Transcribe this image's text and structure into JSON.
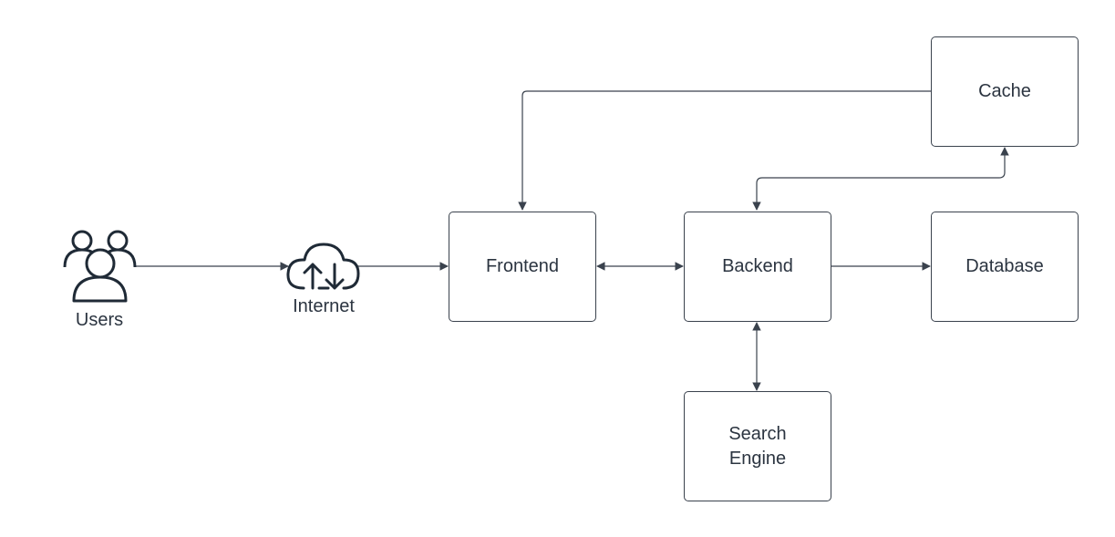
{
  "nodes": {
    "users": {
      "label": "Users",
      "icon": "users-icon"
    },
    "internet": {
      "label": "Internet",
      "icon": "cloud-upload-download-icon"
    },
    "frontend": {
      "label": "Frontend"
    },
    "backend": {
      "label": "Backend"
    },
    "database": {
      "label": "Database"
    },
    "cache": {
      "label": "Cache"
    },
    "search_engine": {
      "label": "Search\nEngine"
    }
  },
  "edges": [
    {
      "from": "users",
      "to": "internet",
      "direction": "forward"
    },
    {
      "from": "internet",
      "to": "frontend",
      "direction": "forward"
    },
    {
      "from": "frontend",
      "to": "backend",
      "direction": "both"
    },
    {
      "from": "backend",
      "to": "database",
      "direction": "forward"
    },
    {
      "from": "backend",
      "to": "cache",
      "direction": "both"
    },
    {
      "from": "cache",
      "to": "frontend",
      "direction": "forward"
    },
    {
      "from": "backend",
      "to": "search_engine",
      "direction": "both"
    }
  ],
  "colors": {
    "stroke": "#3a424d",
    "text": "#2b3440",
    "icon": "#1f2a36"
  }
}
